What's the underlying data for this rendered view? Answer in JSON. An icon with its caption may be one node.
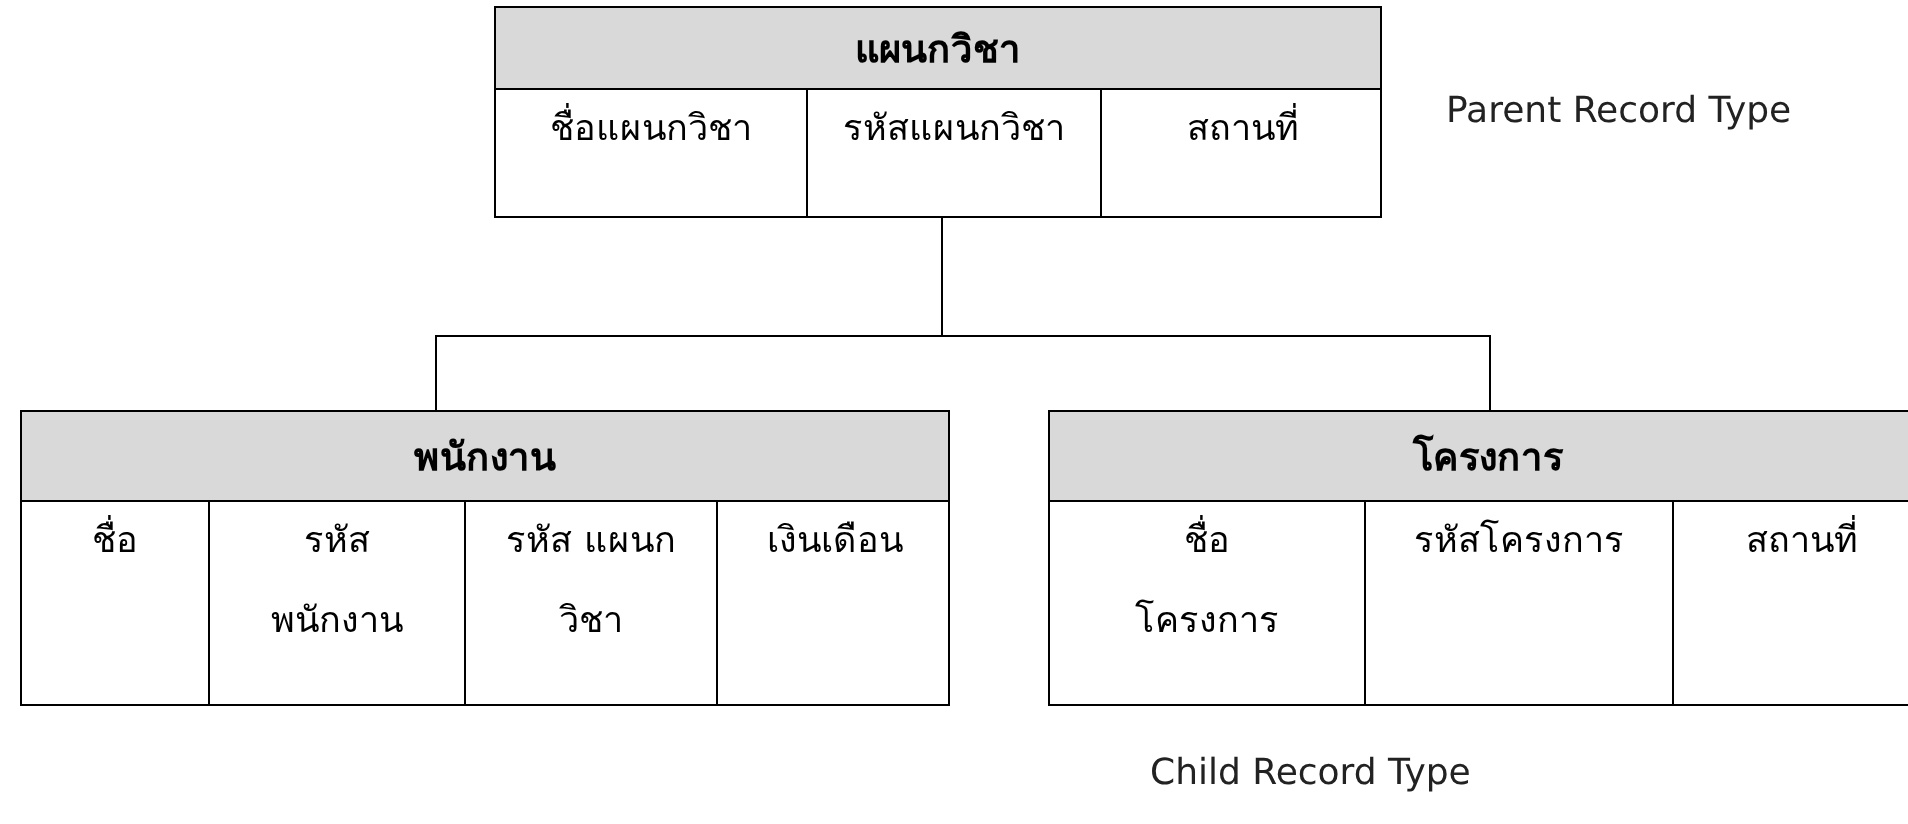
{
  "diagram": {
    "nodes": [
      {
        "text": [
          "แผนกวิชา"
        ]
      },
      {
        "text": [
          "ชื่อแผนกวิชา"
        ],
        "in": 0
      },
      {
        "text": [
          "รหัสแผนกวิชา"
        ],
        "in": 0
      },
      {
        "text": [
          "สถานที่"
        ],
        "in": 0
      },
      {
        "text": [
          "พนักงาน"
        ]
      },
      {
        "text": [
          "ชื่อ"
        ],
        "in": 4
      },
      {
        "text": [
          "รหัส พนักงาน"
        ],
        "in": 4
      },
      {
        "text": [
          "รหัส แผนกวิชา"
        ],
        "in": 4
      },
      {
        "text": [
          "เงินเดือน"
        ],
        "in": 4
      },
      {
        "text": [
          "โครงการ"
        ]
      },
      {
        "text": [
          "ชื่อ โครงการ"
        ],
        "in": 9
      },
      {
        "text": [
          "รหัสโครงการ"
        ],
        "in": 9
      },
      {
        "text": [
          "สถานที่"
        ],
        "in": 9
      }
    ],
    "edges": [
      {
        "from": 0,
        "to": 4,
        "arrow": "none"
      },
      {
        "from": 0,
        "to": 9,
        "arrow": "none"
      }
    ],
    "labels": [
      "Parent Record Type",
      "Child Record Type"
    ]
  }
}
